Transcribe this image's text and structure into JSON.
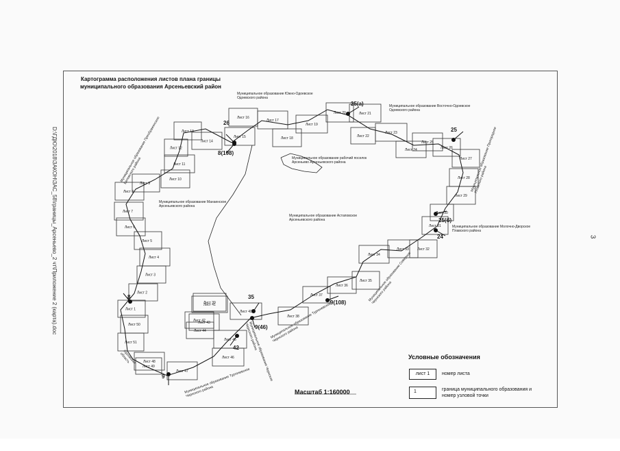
{
  "side_text": "D:\\ГДЮ\\2018\\ЗАКОН\\ЗАС_58\\границы_Арсеньево_2 чт\\Приложение 2 (карта).doc",
  "page_number": "3",
  "title": "Картограмма расположения листов плана границы муниципального образования Арсеньевский район",
  "scale": "Масштаб 1:160000",
  "legend": {
    "title": "Условные обозначения",
    "sheet_sample": "лист 1",
    "sheet_label": "номер листа",
    "node_sample": "1",
    "node_label": "граница муниципального образования и номер узловой точки"
  },
  "region_labels": [
    {
      "id": "yuzhno-odoevskoe",
      "text": "Муниципальное образование Южно-Одоевское Одоевского района"
    },
    {
      "id": "vostochno-odoevskoe",
      "text": "Муниципальное образование Восточно-Одоевское Одоевского района"
    },
    {
      "id": "arsenyevo-posyolok",
      "text": "Муниципальное образование рабочий поселок Арсеньево Арсеньевского района"
    },
    {
      "id": "manaenskoe",
      "text": "Муниципальное образование Манаенское Арсеньевского района"
    },
    {
      "id": "astapovskoe",
      "text": "Муниципальное образование Астаповское Арсеньевского района"
    },
    {
      "id": "molochno-dvorskoe",
      "text": "Муниципальное образование Молочно-Дворское Плавского района"
    },
    {
      "id": "preobrazhenskoe",
      "text": "Муниципальное образование Преображенское Белевского района"
    },
    {
      "id": "plavskoe-north",
      "text": "Муниципальное образование Пригородное Плавского района"
    },
    {
      "id": "severo-chernskoe",
      "text": "Муниципальное образование Северное Чернского района"
    },
    {
      "id": "turgenevskoe-1",
      "text": "Муниципальное образование Тургеневское Чернского района"
    },
    {
      "id": "turgenevskoe-2",
      "text": "Муниципальное образование Тургеневское Чернского района"
    },
    {
      "id": "chernskoe-mid",
      "text": "Муниципальное образование Чернское Чернского района"
    },
    {
      "id": "orlovskaya",
      "text": "Орловская область"
    }
  ],
  "sheets": [
    {
      "label": "Лист 1"
    },
    {
      "label": "Лист 2"
    },
    {
      "label": "Лист 3"
    },
    {
      "label": "Лист 4"
    },
    {
      "label": "Лист 5"
    },
    {
      "label": "Лист 6"
    },
    {
      "label": "Лист 7"
    },
    {
      "label": "Лист 8"
    },
    {
      "label": "Лист 9"
    },
    {
      "label": "Лист 10"
    },
    {
      "label": "Лист 11"
    },
    {
      "label": "Лист 12"
    },
    {
      "label": "Лист 13"
    },
    {
      "label": "Лист 14"
    },
    {
      "label": "Лист 15"
    },
    {
      "label": "Лист 16"
    },
    {
      "label": "Лист 17"
    },
    {
      "label": "Лист 18"
    },
    {
      "label": "Лист 19"
    },
    {
      "label": "Лист 20"
    },
    {
      "label": "Лист 21"
    },
    {
      "label": "Лист 22"
    },
    {
      "label": "Лист 23"
    },
    {
      "label": "Лист 24"
    },
    {
      "label": "Лист 25"
    },
    {
      "label": "Лист 26"
    },
    {
      "label": "Лист 27"
    },
    {
      "label": "Лист 28"
    },
    {
      "label": "Лист 29"
    },
    {
      "label": "Лист 30"
    },
    {
      "label": "Лист 31"
    },
    {
      "label": "Лист 32"
    },
    {
      "label": "Лист 33"
    },
    {
      "label": "Лист 34"
    },
    {
      "label": "Лист 35"
    },
    {
      "label": "Лист 36"
    },
    {
      "label": "Лист 37"
    },
    {
      "label": "Лист 38"
    },
    {
      "label": "Лист 39"
    },
    {
      "label": "Лист 40"
    },
    {
      "label": "Лист 41"
    },
    {
      "label": "Лист 42"
    },
    {
      "label": "Лист 43"
    },
    {
      "label": "Лист 44"
    },
    {
      "label": "Лист 45"
    },
    {
      "label": "Лист 46"
    },
    {
      "label": "Лист 47"
    },
    {
      "label": "Лист 48"
    },
    {
      "label": "Лист 49"
    },
    {
      "label": "Лист 50"
    },
    {
      "label": "Лист 51"
    }
  ],
  "nodes": [
    {
      "label": "25(а)"
    },
    {
      "label": "26"
    },
    {
      "label": "8(198)"
    },
    {
      "label": "25"
    },
    {
      "label": "25(б)"
    },
    {
      "label": "24"
    },
    {
      "label": "8"
    },
    {
      "label": "35"
    },
    {
      "label": "9(46)"
    },
    {
      "label": "9(108)"
    },
    {
      "label": "42"
    },
    {
      "label": "9"
    }
  ],
  "colors": {
    "ink": "#1a1a1a",
    "paper": "#fafafa"
  }
}
